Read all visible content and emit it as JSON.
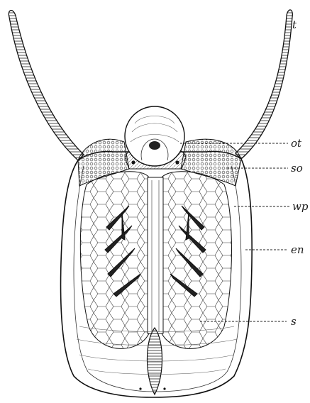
{
  "figure": {
    "labels": {
      "t": "t",
      "ot": "ot",
      "so": "so",
      "wp": "wp",
      "en": "en",
      "s": "s"
    },
    "ink_color": "#1a1a1a",
    "paper_color": "#ffffff"
  }
}
